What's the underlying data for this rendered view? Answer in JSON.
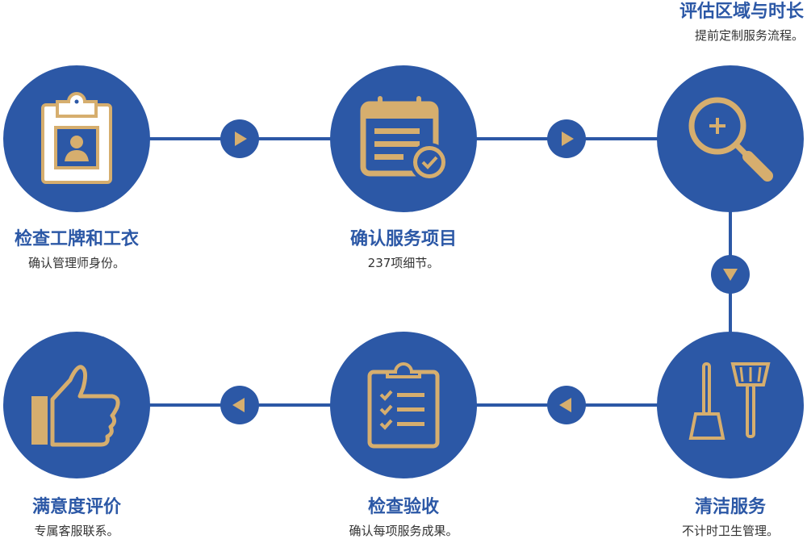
{
  "colors": {
    "primary": "#2c58a6",
    "accent": "#d6ae6e"
  },
  "steps": [
    {
      "title": "检查工牌和工衣",
      "desc": "确认管理师身份。",
      "icon": "id-badge-icon"
    },
    {
      "title": "确认服务项目",
      "desc": "237项细节。",
      "icon": "calendar-check-icon"
    },
    {
      "title": "评估区域与时长",
      "desc": "提前定制服务流程。",
      "icon": "magnifier-icon"
    },
    {
      "title": "清洁服务",
      "desc": "不计时卫生管理。",
      "icon": "broom-dustpan-icon"
    },
    {
      "title": "检查验收",
      "desc": "确认每项服务成果。",
      "icon": "clipboard-checklist-icon"
    },
    {
      "title": "满意度评价",
      "desc": "专属客服联系。",
      "icon": "thumbs-up-icon"
    }
  ]
}
